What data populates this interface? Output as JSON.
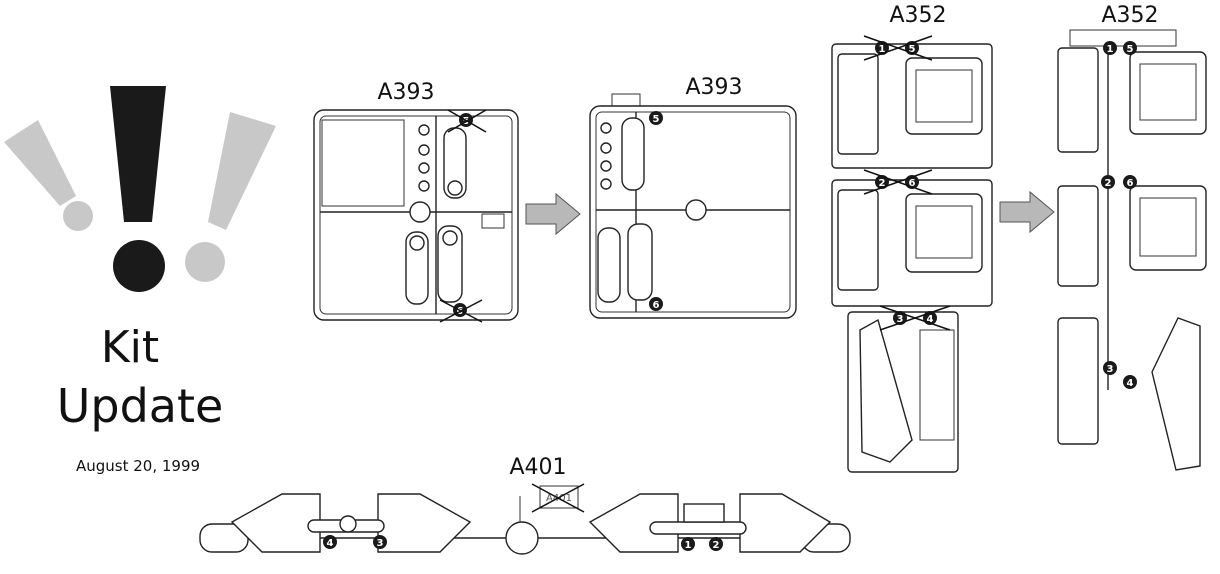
{
  "logo": {
    "title_line1": "Kit",
    "title_line2": "Update",
    "date": "August 20, 1999",
    "colors": {
      "dark": "#1a1a1a",
      "light": "#c8c8c8"
    }
  },
  "sprues": {
    "a393_before": {
      "label": "A393",
      "removed_badges": [
        "5",
        "6"
      ]
    },
    "a393_after": {
      "label": "A393",
      "badges": [
        "5",
        "6"
      ]
    },
    "a352_before": {
      "label": "A352",
      "removed_badges": [
        "1",
        "5",
        "2",
        "6",
        "3",
        "4"
      ]
    },
    "a352_after": {
      "label": "A352",
      "badges": [
        "1",
        "5",
        "2",
        "6",
        "3",
        "4"
      ]
    },
    "a401": {
      "label": "A401",
      "badges": [
        "4",
        "3",
        "1",
        "2"
      ],
      "removed_tag": "A401"
    }
  },
  "arrows": [
    "arrow-a393",
    "arrow-a352"
  ]
}
